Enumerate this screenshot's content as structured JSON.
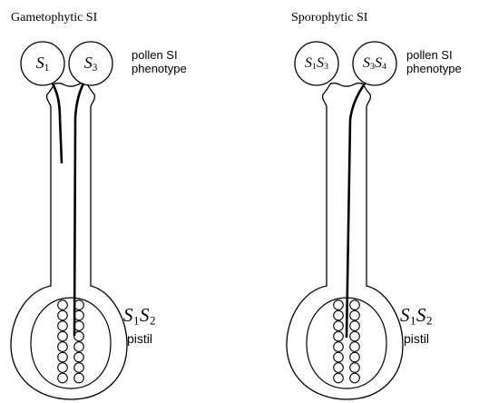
{
  "panels": [
    {
      "title": "Gametophytic SI",
      "pollen": [
        {
          "allele": "S",
          "sub1": "1",
          "allele2": "",
          "sub2": ""
        },
        {
          "allele": "S",
          "sub1": "3",
          "allele2": "",
          "sub2": ""
        }
      ],
      "phenotype_line1": "pollen SI",
      "phenotype_line2": "phenotype",
      "pistil_genotype": {
        "a": "S",
        "a_sub": "1",
        "b": "S",
        "b_sub": "2"
      },
      "pistil_label": "pistil"
    },
    {
      "title": "Sporophytic SI",
      "pollen": [
        {
          "allele": "S",
          "sub1": "1",
          "allele2": "S",
          "sub2": "3"
        },
        {
          "allele": "S",
          "sub1": "3",
          "allele2": "S",
          "sub2": "4"
        }
      ],
      "phenotype_line1": "pollen SI",
      "phenotype_line2": "phenotype",
      "pistil_genotype": {
        "a": "S",
        "a_sub": "1",
        "b": "S",
        "b_sub": "2"
      },
      "pistil_label": "pistil"
    }
  ]
}
